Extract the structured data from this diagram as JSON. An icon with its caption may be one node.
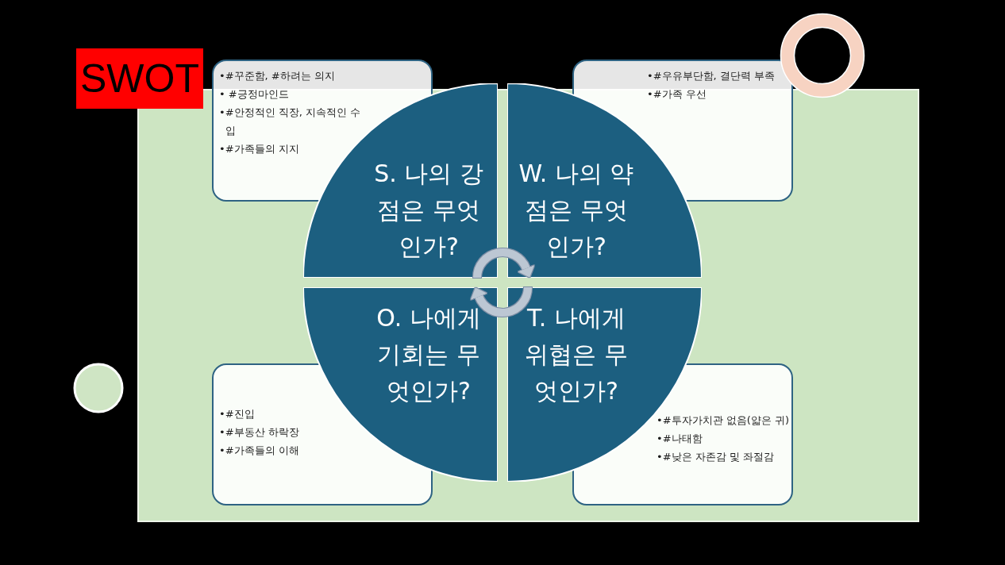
{
  "diagram": {
    "title": "SWOT",
    "nodes": [
      {
        "text": [
          "•#꾸준함, #하려는 의지",
          "• #긍정마인드",
          "•#안정적인 직장, 지속적인 수입",
          "•#가족들의 지지"
        ]
      },
      {
        "text": [
          "•#우유부단함, 결단력 부족",
          "•#가족 우선"
        ]
      },
      {
        "text": [
          "S. 나의 강점은 무엇인가?"
        ]
      },
      {
        "text": [
          "W. 나의 약점은 무엇인가?"
        ]
      },
      {
        "text": [
          "O. 나에게 기회는 무엇인가?"
        ]
      },
      {
        "text": [
          "T. 나에게 위협은 무엇인가?"
        ]
      },
      {
        "text": [
          "•#진입",
          "•#부동산 하락장",
          "•#가족들의 이해"
        ]
      },
      {
        "text": [
          "•#투자가치관 없음(얇은 귀)",
          "•#나태함",
          "•#낮은 자존감 및 좌절감"
        ]
      }
    ],
    "edges": [
      {
        "from": 2,
        "to": 3,
        "arrow": "to"
      },
      {
        "from": 5,
        "to": 4,
        "arrow": "to"
      }
    ]
  }
}
